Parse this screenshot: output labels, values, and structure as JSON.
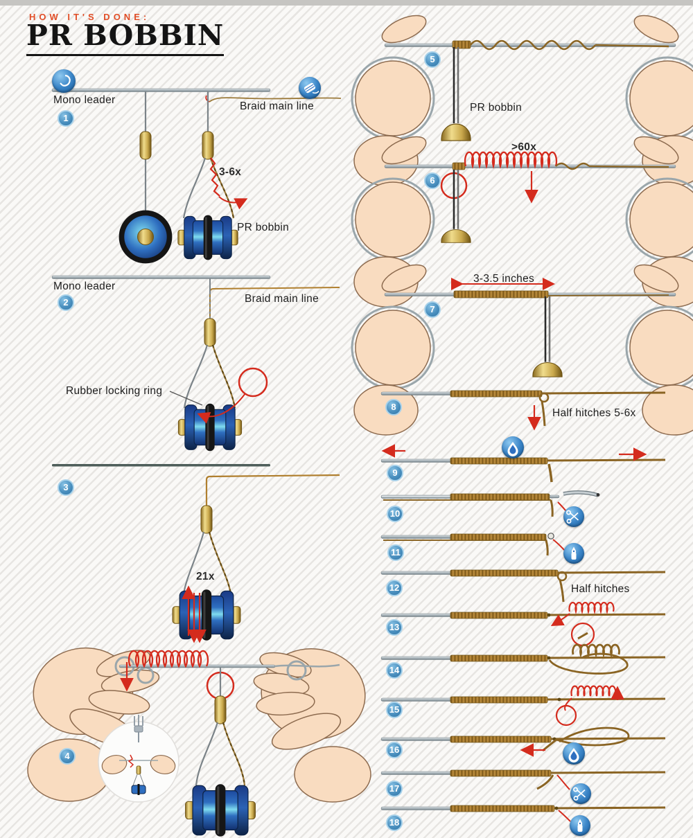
{
  "header": {
    "kicker": "HOW IT'S DONE:",
    "title": "PR BOBBIN"
  },
  "step_numbers": [
    "1",
    "2",
    "3",
    "4",
    "5",
    "6",
    "7",
    "8",
    "9",
    "10",
    "11",
    "12",
    "13",
    "14",
    "15",
    "16",
    "17",
    "18"
  ],
  "labels": {
    "step1_mono": "Mono leader",
    "step1_braid": "Braid main line",
    "step1_wraps": "3-6x",
    "step1_bobbin": "PR bobbin",
    "step2_mono": "Mono leader",
    "step2_braid": "Braid main line",
    "step2_ring": "Rubber locking ring",
    "step3_wraps": "21x",
    "step5_bobbin": "PR bobbin",
    "step6_wraps": ">60x",
    "step7_length": "3-3.5 inches",
    "step8_hitches": "Half hitches 5-6x",
    "step12_hitches": "Half hitches"
  },
  "icons": {
    "step1_left": "hook-icon",
    "step1_right": "braid-spool-icon",
    "step9": "water-drop-icon",
    "step10": "scissors-icon",
    "step11": "lighter-icon",
    "step16": "water-drop-icon",
    "step17": "scissors-icon",
    "step18": "lighter-icon"
  },
  "colors": {
    "accent_red": "#d42b1d",
    "badge_blue": "#4b90bf",
    "braid_brown": "#8a6423",
    "mono_silver": "#9aa6ab",
    "brass_gold": "#c9a84c",
    "kicker_orange": "#e14e27"
  }
}
